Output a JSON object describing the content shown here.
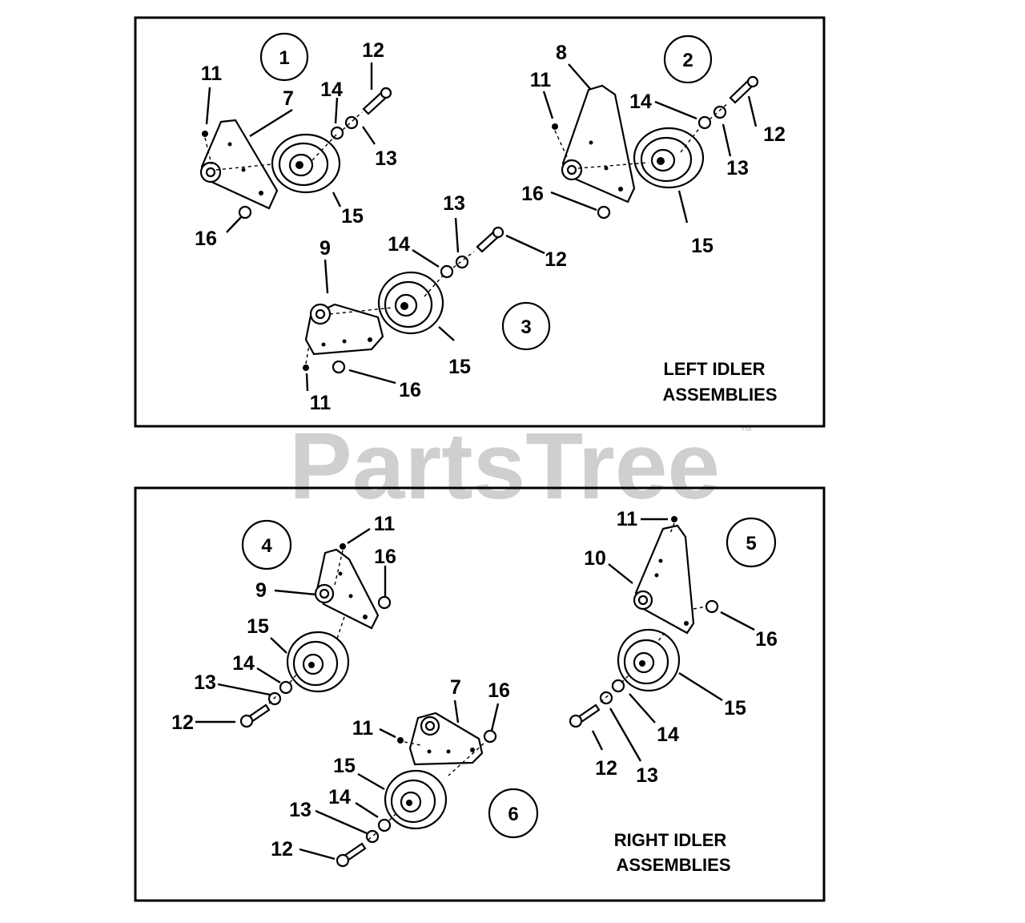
{
  "watermark": {
    "text": "PartsTree",
    "tm": "™"
  },
  "panels": [
    {
      "title_line1": "LEFT IDLER",
      "title_line2": "ASSEMBLIES",
      "assembly_numbers": [
        "1",
        "2",
        "3"
      ]
    },
    {
      "title_line1": "RIGHT IDLER",
      "title_line2": "ASSEMBLIES",
      "assembly_numbers": [
        "4",
        "5",
        "6"
      ]
    }
  ],
  "callouts": {
    "a1": [
      "11",
      "7",
      "12",
      "14",
      "13",
      "15",
      "16"
    ],
    "a2": [
      "8",
      "11",
      "14",
      "12",
      "13",
      "16",
      "15"
    ],
    "a3": [
      "9",
      "14",
      "13",
      "12",
      "15",
      "11",
      "16"
    ],
    "a4": [
      "11",
      "16",
      "9",
      "15",
      "14",
      "13",
      "12"
    ],
    "a5": [
      "11",
      "10",
      "16",
      "15",
      "14",
      "12",
      "13"
    ],
    "a6": [
      "7",
      "16",
      "11",
      "15",
      "14",
      "13",
      "12"
    ]
  },
  "colors": {
    "line": "#000000",
    "watermark": "#cfcfcf",
    "background": "#ffffff"
  }
}
